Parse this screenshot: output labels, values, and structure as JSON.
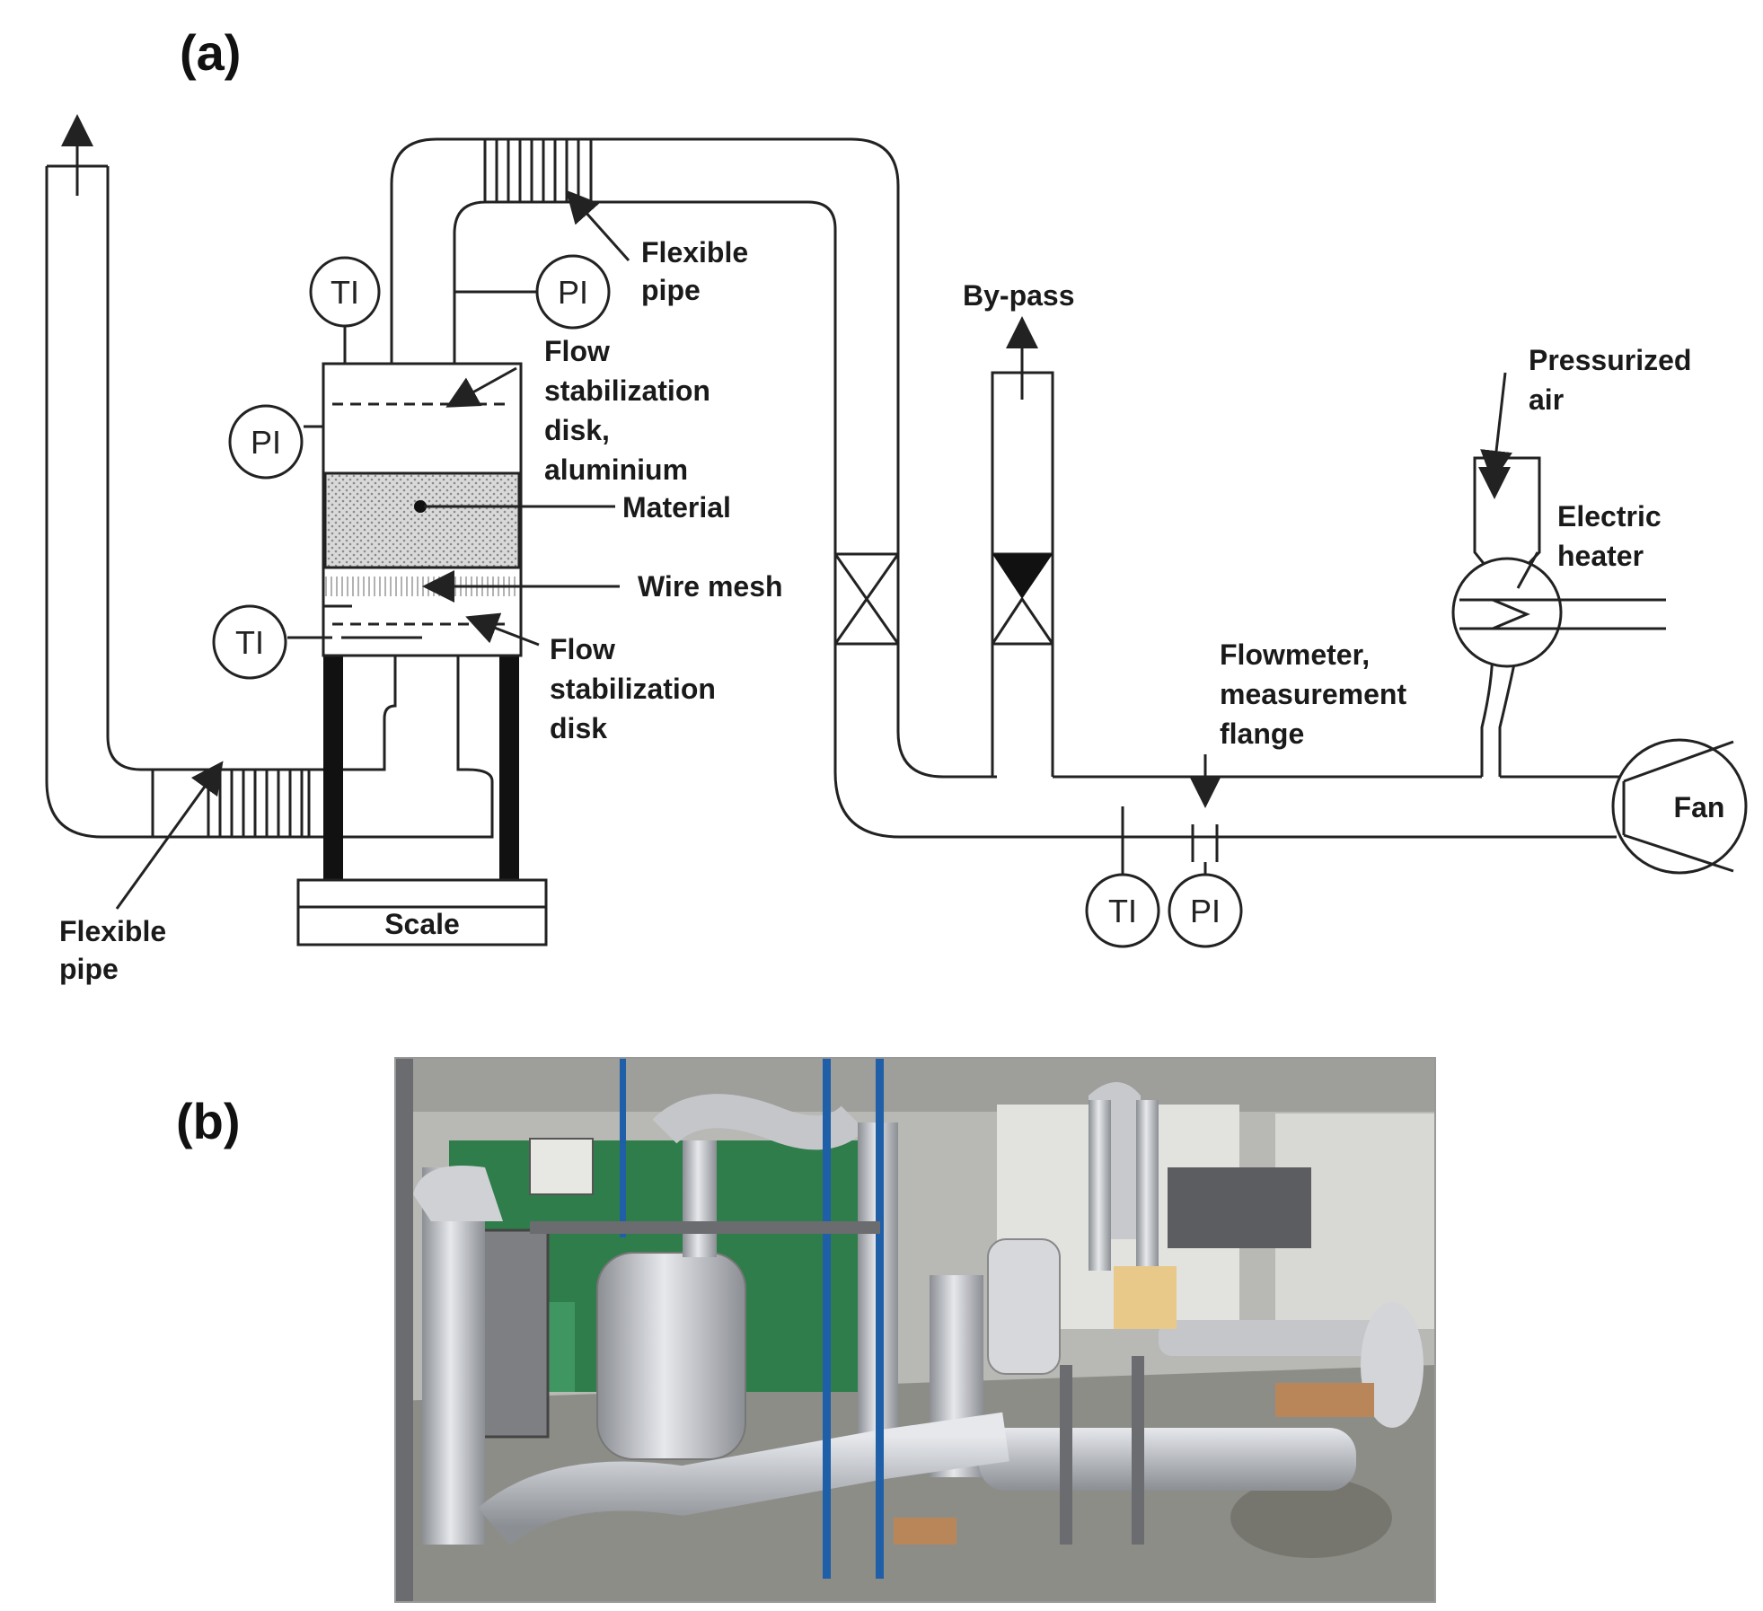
{
  "panels": {
    "a": "(a)",
    "b": "(b)"
  },
  "labels": {
    "flexible_pipe_top": [
      "Flexible",
      "pipe"
    ],
    "flexible_pipe_bottom": [
      "Flexible",
      "pipe"
    ],
    "flow_disk_top": [
      "Flow",
      "stabilization",
      "disk,",
      "aluminium"
    ],
    "material": "Material",
    "wire_mesh": "Wire mesh",
    "flow_disk_bottom": [
      "Flow",
      "stabilization",
      "disk"
    ],
    "scale": "Scale",
    "bypass": "By-pass",
    "pressurized_air": [
      "Pressurized",
      "air"
    ],
    "electric_heater": [
      "Electric",
      "heater"
    ],
    "flowmeter": [
      "Flowmeter,",
      "measurement",
      "flange"
    ],
    "fan": "Fan"
  },
  "instruments": {
    "ti_top": "TI",
    "pi_top": "PI",
    "pi_left": "PI",
    "ti_left": "TI",
    "ti_bottom": "TI",
    "pi_bottom": "PI"
  },
  "photo": {
    "colors": {
      "wall": "#b8b8b4",
      "floor": "#8d8d88",
      "green_machine": "#2e7d4a",
      "pipe": "#c9cbcf",
      "blue_rail": "#1f5fa8",
      "gray_frame": "#6a6c70"
    }
  }
}
